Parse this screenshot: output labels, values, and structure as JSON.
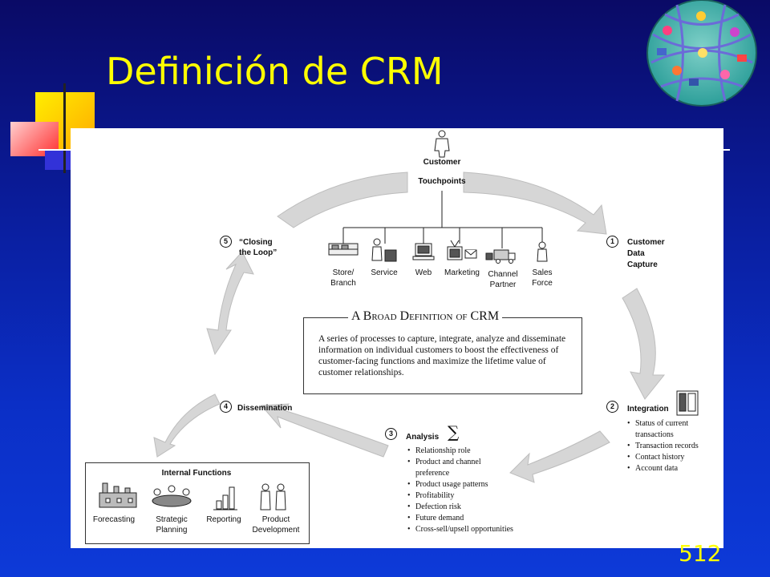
{
  "slide": {
    "title": "Definición de CRM",
    "page_number": "512"
  },
  "diagram": {
    "customer": "Customer",
    "touchpoints": "Touchpoints",
    "touchpoint_items": [
      "Store/\nBranch",
      "Service",
      "Web",
      "Marketing",
      "Channel\nPartner",
      "Sales\nForce"
    ],
    "steps": {
      "s1": {
        "num": "1",
        "label_lines": [
          "Customer",
          "Data",
          "Capture"
        ]
      },
      "s2": {
        "num": "2",
        "label": "Integration",
        "bullets": [
          "Status of current",
          "transactions",
          "Transaction records",
          "Contact history",
          "Account data"
        ]
      },
      "s3": {
        "num": "3",
        "label": "Analysis",
        "symbol": "∑",
        "bullets": [
          "Relationship role",
          "Product and channel",
          "preference",
          "Product usage patterns",
          "Profitability",
          "Defection risk",
          "Future demand",
          "Cross-sell/upsell opportunities"
        ]
      },
      "s4": {
        "num": "4",
        "label": "Dissemination"
      },
      "s5": {
        "num": "5",
        "label_lines": [
          "“Closing",
          "the Loop”"
        ]
      }
    },
    "definition": {
      "title": "A Broad Definition of CRM",
      "text": "A series of processes to capture, integrate, analyze and disseminate information on individual customers to boost the effectiveness of customer-facing functions and maximize the lifetime value of customer relationships."
    },
    "internal_functions": {
      "title": "Internal Functions",
      "items": [
        "Forecasting",
        "Strategic\nPlanning",
        "Reporting",
        "Product\nDevelopment"
      ]
    }
  }
}
